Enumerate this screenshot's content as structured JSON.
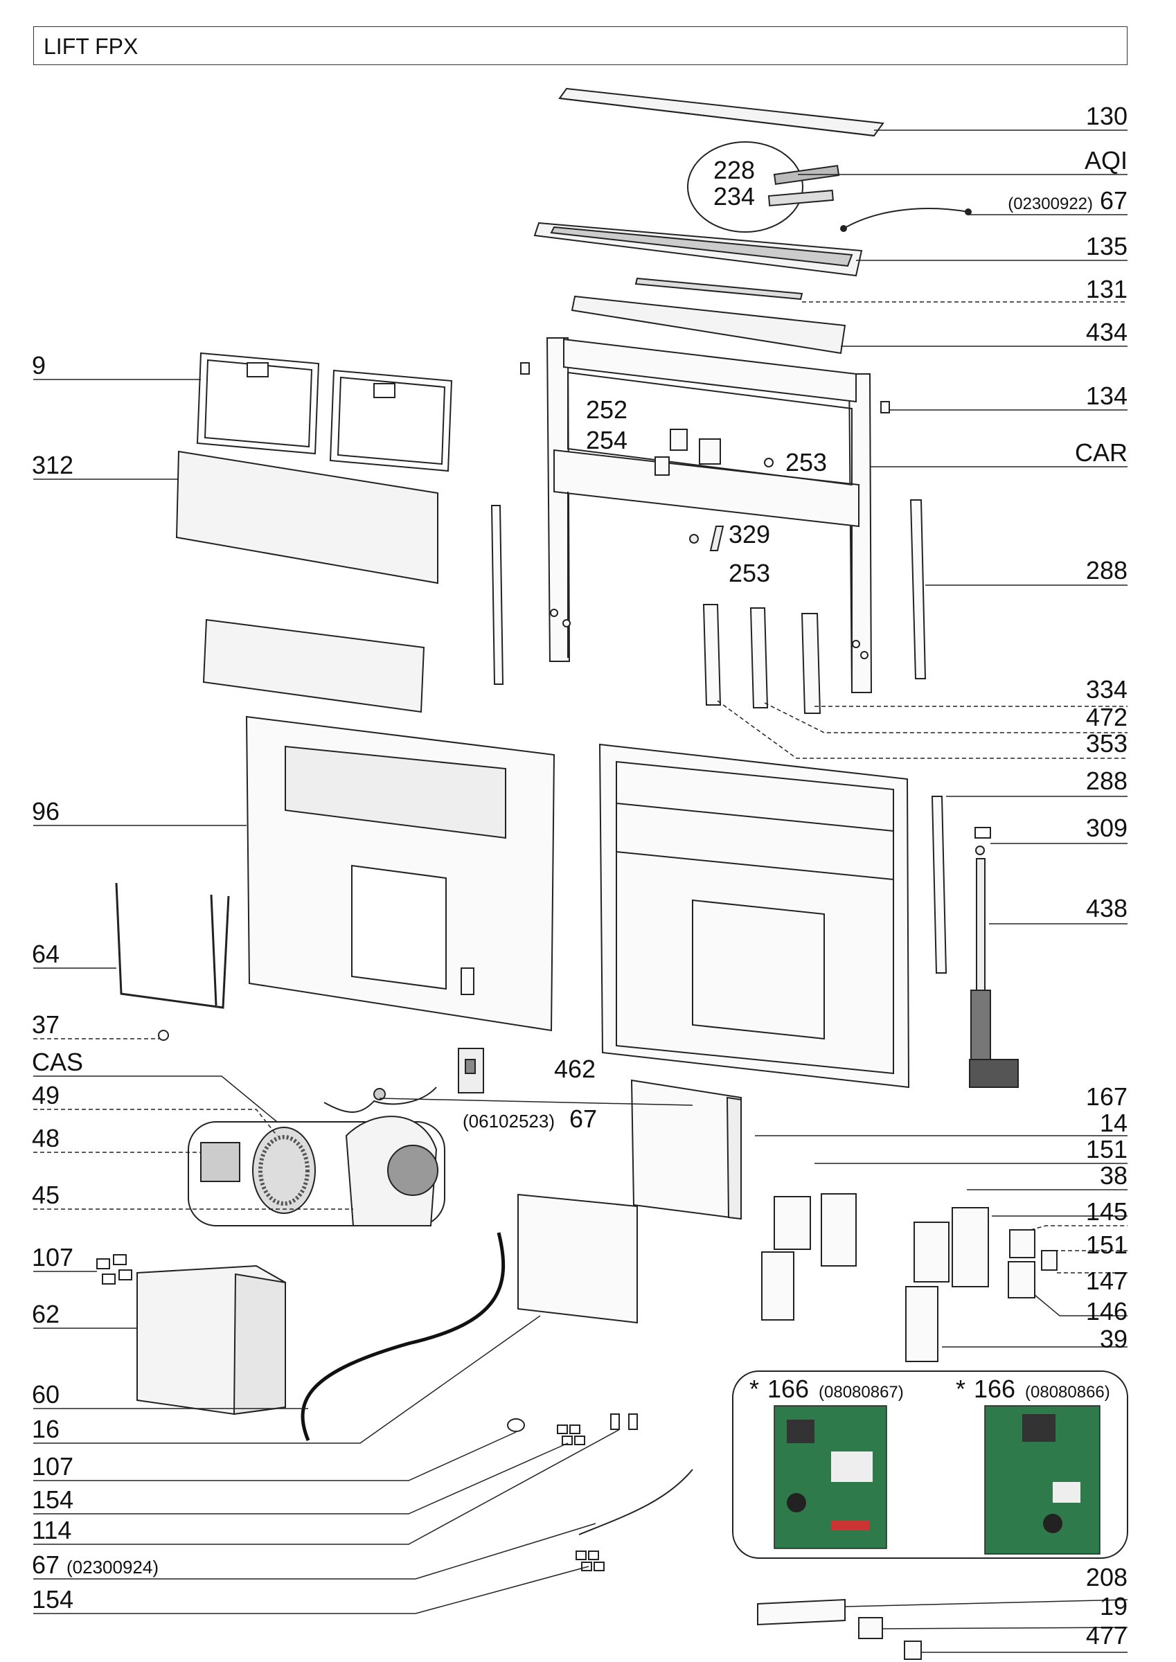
{
  "title": "LIFT FPX",
  "colors": {
    "line": "#222222",
    "part_fill": "#f4f4f4",
    "part_dark": "#555555",
    "board_green": "#2f7a4a"
  },
  "left_labels": [
    {
      "id": "9",
      "text": "9"
    },
    {
      "id": "312",
      "text": "312"
    },
    {
      "id": "96",
      "text": "96"
    },
    {
      "id": "64",
      "text": "64"
    },
    {
      "id": "37",
      "text": "37"
    },
    {
      "id": "cas",
      "text": "CAS"
    },
    {
      "id": "49",
      "text": "49"
    },
    {
      "id": "48",
      "text": "48"
    },
    {
      "id": "45",
      "text": "45"
    },
    {
      "id": "107a",
      "text": "107"
    },
    {
      "id": "62",
      "text": "62"
    },
    {
      "id": "60",
      "text": "60"
    },
    {
      "id": "16",
      "text": "16"
    },
    {
      "id": "107b",
      "text": "107"
    },
    {
      "id": "154a",
      "text": "154"
    },
    {
      "id": "114",
      "text": "114"
    },
    {
      "id": "67c",
      "text": "67",
      "code": "(02300924)"
    },
    {
      "id": "154b",
      "text": "154"
    }
  ],
  "right_labels": [
    {
      "id": "130",
      "text": "130"
    },
    {
      "id": "aqi",
      "text": "AQI"
    },
    {
      "id": "67a",
      "text": "67",
      "code": "(02300922)"
    },
    {
      "id": "135",
      "text": "135"
    },
    {
      "id": "131",
      "text": "131"
    },
    {
      "id": "434",
      "text": "434"
    },
    {
      "id": "134",
      "text": "134"
    },
    {
      "id": "car",
      "text": "CAR"
    },
    {
      "id": "288a",
      "text": "288"
    },
    {
      "id": "334",
      "text": "334"
    },
    {
      "id": "472",
      "text": "472"
    },
    {
      "id": "353",
      "text": "353"
    },
    {
      "id": "288b",
      "text": "288"
    },
    {
      "id": "309",
      "text": "309"
    },
    {
      "id": "438",
      "text": "438"
    },
    {
      "id": "167",
      "text": "167"
    },
    {
      "id": "14",
      "text": "14"
    },
    {
      "id": "151a",
      "text": "151"
    },
    {
      "id": "38",
      "text": "38"
    },
    {
      "id": "145",
      "text": "145"
    },
    {
      "id": "151b",
      "text": "151"
    },
    {
      "id": "147",
      "text": "147"
    },
    {
      "id": "146",
      "text": "146"
    },
    {
      "id": "39",
      "text": "39"
    },
    {
      "id": "208",
      "text": "208"
    },
    {
      "id": "19",
      "text": "19"
    },
    {
      "id": "477",
      "text": "477"
    }
  ],
  "inner_labels": [
    {
      "id": "228",
      "text": "228"
    },
    {
      "id": "234",
      "text": "234"
    },
    {
      "id": "252",
      "text": "252"
    },
    {
      "id": "254",
      "text": "254"
    },
    {
      "id": "253a",
      "text": "253"
    },
    {
      "id": "329",
      "text": "329"
    },
    {
      "id": "253b",
      "text": "253"
    },
    {
      "id": "462",
      "text": "462"
    },
    {
      "id": "67b",
      "text": "67",
      "code": "(06102523)"
    }
  ],
  "boards": [
    {
      "id": "166a",
      "star": "*",
      "text": "166",
      "code": "(08080867)"
    },
    {
      "id": "166b",
      "star": "*",
      "text": "166",
      "code": "(08080866)"
    }
  ]
}
